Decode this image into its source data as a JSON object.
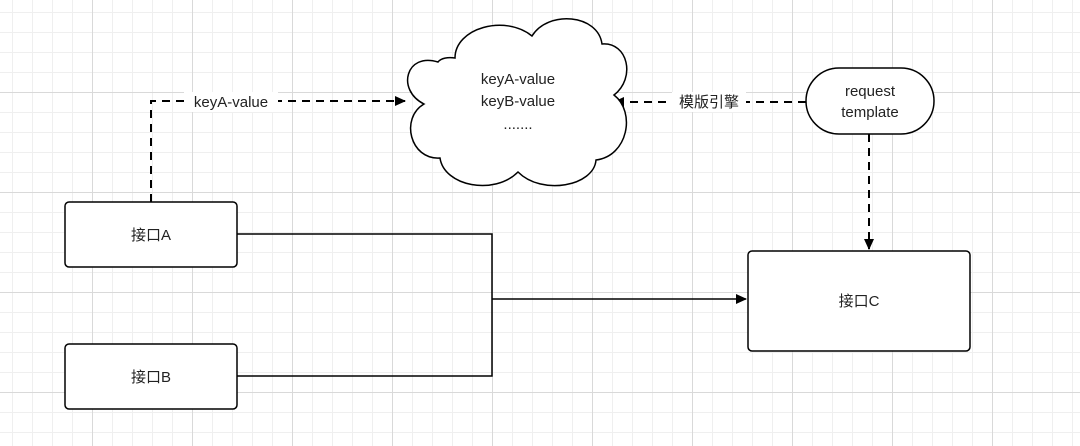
{
  "nodes": {
    "interface_a": {
      "label": "接口A"
    },
    "interface_b": {
      "label": "接口B"
    },
    "interface_c": {
      "label": "接口C"
    },
    "cloud": {
      "lines": [
        "keyA-value",
        "keyB-value",
        "......."
      ]
    },
    "request_template": {
      "lines": [
        "request",
        "template"
      ]
    }
  },
  "edges": {
    "a_to_cloud": {
      "label": "keyA-value"
    },
    "template_to_cloud": {
      "label": "模版引擎"
    }
  },
  "colors": {
    "stroke": "#000000",
    "text": "#222222",
    "fill": "#ffffff"
  }
}
